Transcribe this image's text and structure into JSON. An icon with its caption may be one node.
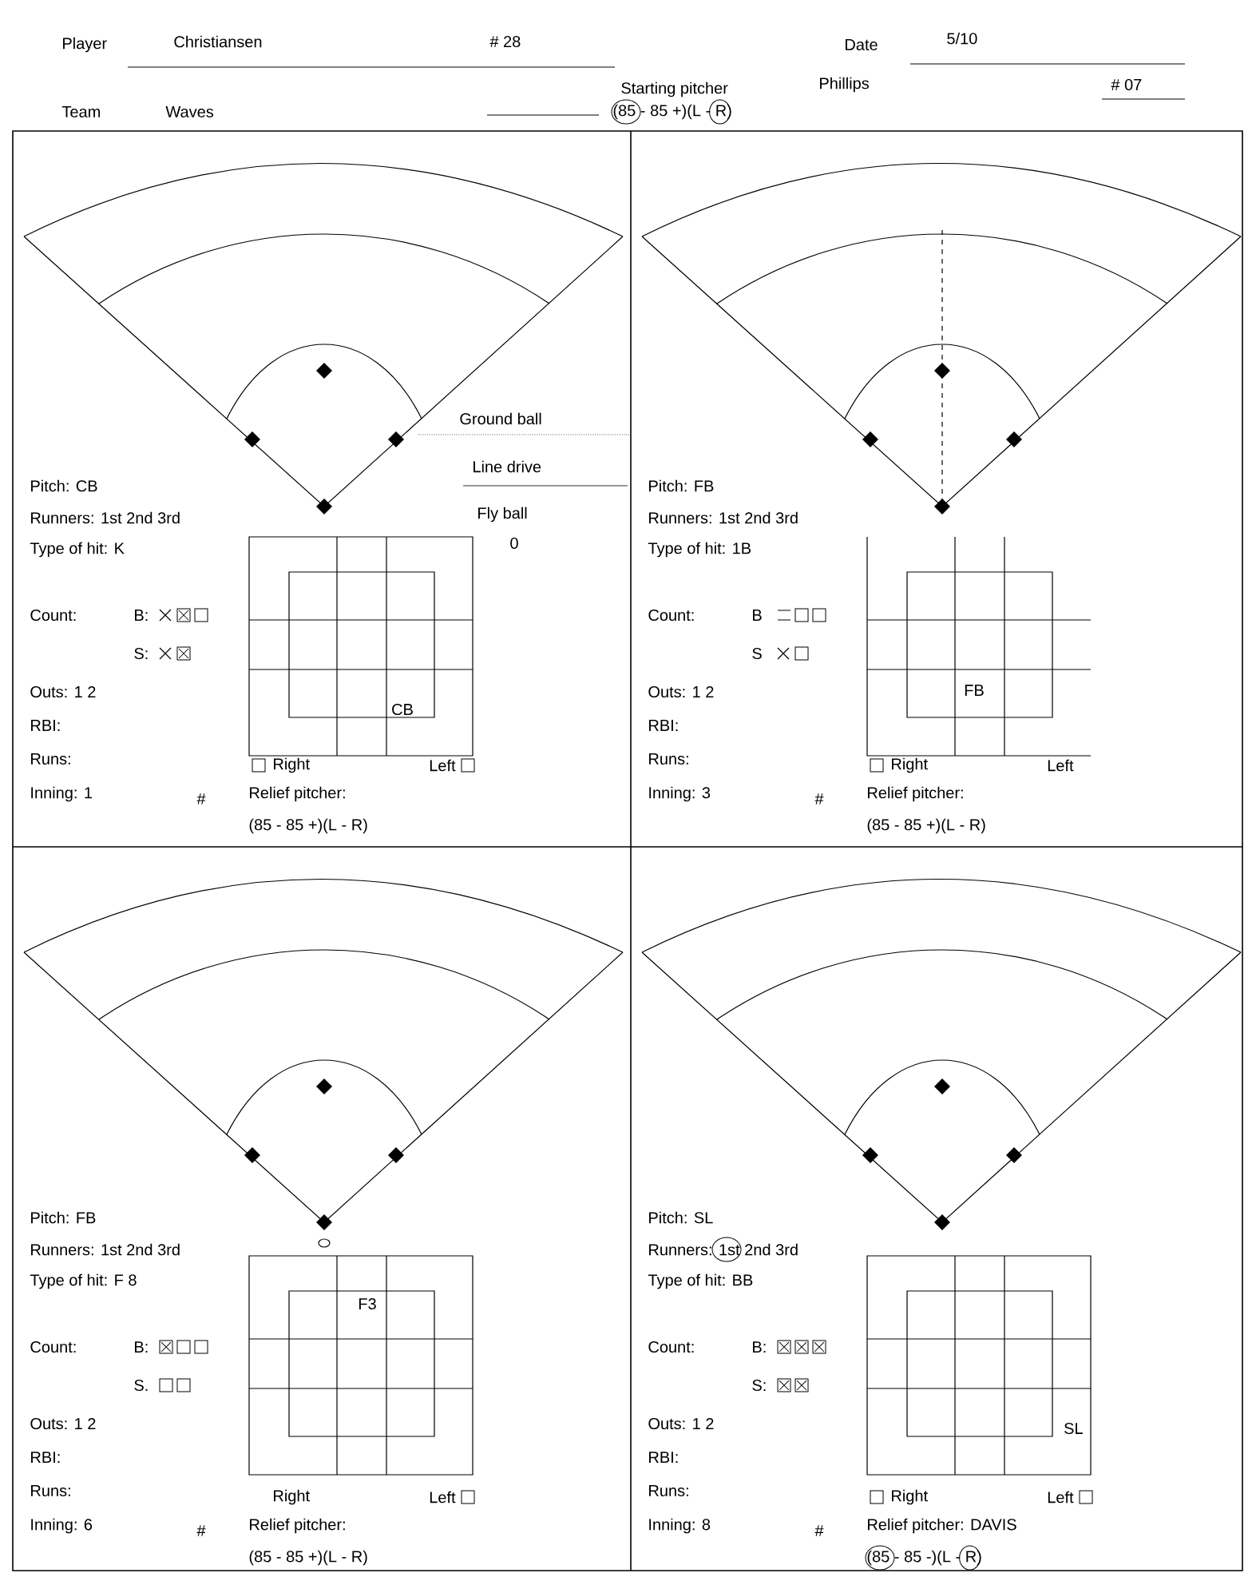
{
  "diagram": {
    "labels": [
      "Player",
      "Christiansen",
      "# 28",
      "Date",
      "5/10",
      "Starting pitcher",
      "Phillips",
      "# 07",
      "Team",
      "Waves",
      "(85 - 85 +)(L - R)",
      "Ground ball",
      "Line drive",
      "Fly ball",
      "0",
      "Pitch: CB",
      "Runners: 1st 2nd 3rd",
      "Type of hit: K",
      "Count:",
      "B:",
      "S:",
      "Outs: 1 2",
      "RBI:",
      "Runs:",
      "Inning: 1",
      "#",
      "Relief pitcher:",
      "(85 - 85 +)(L - R)",
      "Right",
      "Left",
      "CB",
      "Pitch: FB",
      "Runners: 1st 2nd 3rd",
      "Type of hit: 1B",
      "Count:",
      "B",
      "S",
      "Outs: 1 2",
      "RBI:",
      "Runs:",
      "Inning: 3",
      "#",
      "Relief pitcher:",
      "(85 - 85 +)(L - R)",
      "Right",
      "Left",
      "FB",
      "Pitch: FB",
      "Runners: 1st 2nd 3rd",
      "Type of hit: F 8",
      "Count:",
      "B:",
      "S.",
      "Outs: 1 2",
      "RBI:",
      "Runs:",
      "Inning: 6",
      "#",
      "Relief pitcher:",
      "(85 - 85 +)(L - R)",
      "Right",
      "Left",
      "F3",
      "Pitch: SL",
      "Runners: 1st 2nd 3rd",
      "Type of hit: BB",
      "Count:",
      "B:",
      "S:",
      "Outs: 1 2",
      "RBI:",
      "Runs:",
      "Inning: 8",
      "#",
      "Relief pitcher: DAVIS",
      "(85 - 85 -)(L - R)",
      "Right",
      "Left",
      "SL"
    ]
  }
}
